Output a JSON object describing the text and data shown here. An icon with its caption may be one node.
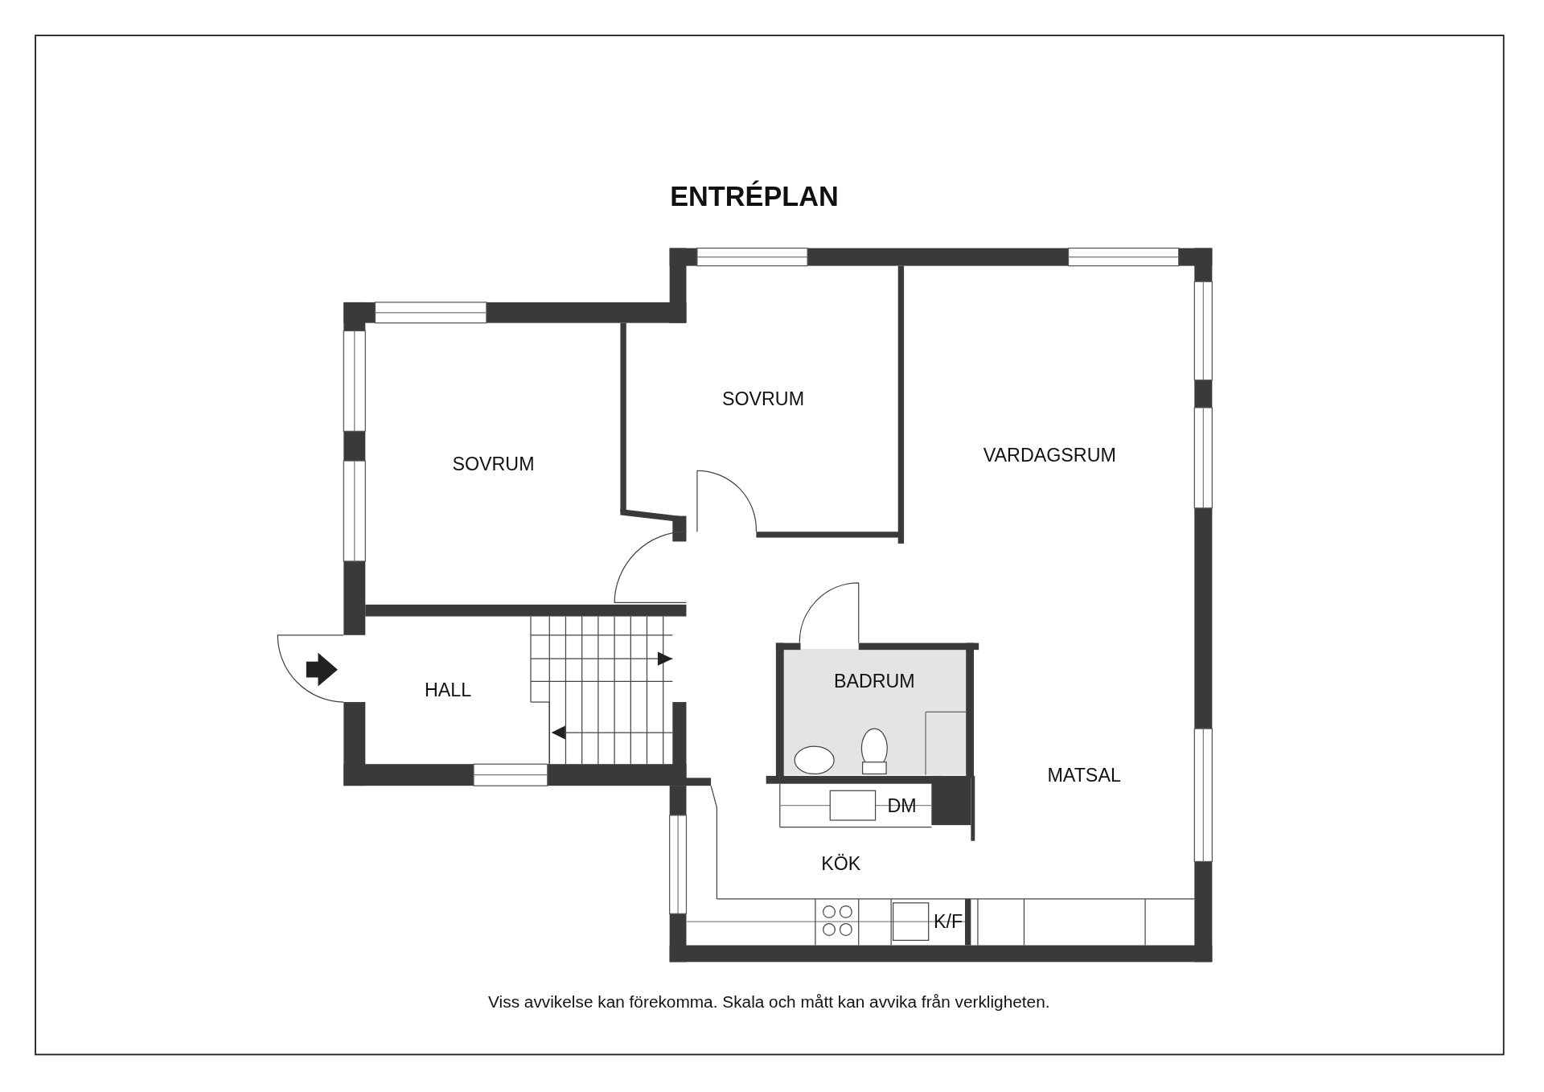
{
  "diagram": {
    "title": "ENTRÉPLAN",
    "caption": "Viss avvikelse kan förekomma. Skala och mått kan avvika från verkligheten.",
    "labels": [
      "SOVRUM",
      "SOVRUM",
      "VARDAGSRUM",
      "HALL",
      "BADRUM",
      "DM",
      "MATSAL",
      "KÖK",
      "K/F"
    ]
  }
}
